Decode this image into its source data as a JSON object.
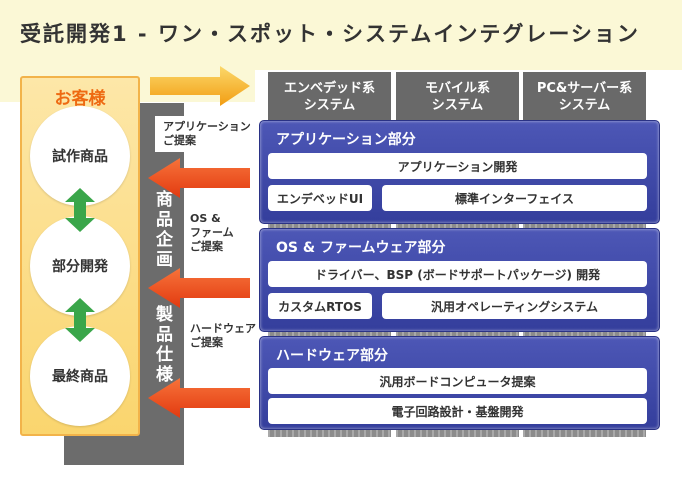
{
  "title": "受託開発1 - ワン・スポット・システムインテグレーション",
  "customer": {
    "title": "お客様",
    "stages": [
      "試作商品",
      "部分開発",
      "最終商品"
    ]
  },
  "pillar_labels": [
    "商品企画",
    "製品仕様"
  ],
  "columns": [
    {
      "line1": "エンベデッド系",
      "line2": "システム"
    },
    {
      "line1": "モバイル系",
      "line2": "システム"
    },
    {
      "line1": "PC&サーバー系",
      "line2": "システム"
    }
  ],
  "side_labels": {
    "app": [
      "アプリケーション",
      "ご提案"
    ],
    "os": [
      "OS &",
      "ファーム",
      "ご提案"
    ],
    "hw": [
      "ハードウェア",
      "ご提案"
    ]
  },
  "panels": {
    "app": {
      "title": "アプリケーション部分",
      "items": [
        "アプリケーション開発",
        "エンデベッドUI",
        "標準インターフェイス"
      ]
    },
    "os": {
      "title": "OS & ファームウェア部分",
      "items": [
        "ドライバー、BSP (ボードサポートパッケージ) 開発",
        "カスタムRTOS",
        "汎用オペレーティングシステム"
      ]
    },
    "hw": {
      "title": "ハードウェア部分",
      "items": [
        "汎用ボードコンピュータ提案",
        "電子回路設計・基盤開発"
      ]
    }
  },
  "colors": {
    "title_band": "#fbf8d6",
    "customer_title": "#ee6a12",
    "panel_blue": "#3f49a8",
    "column_gray": "#696969",
    "arrow_red": "#ee4a1a",
    "arrow_yellow": "#f6b51a",
    "arrow_green": "#3aa64a"
  }
}
